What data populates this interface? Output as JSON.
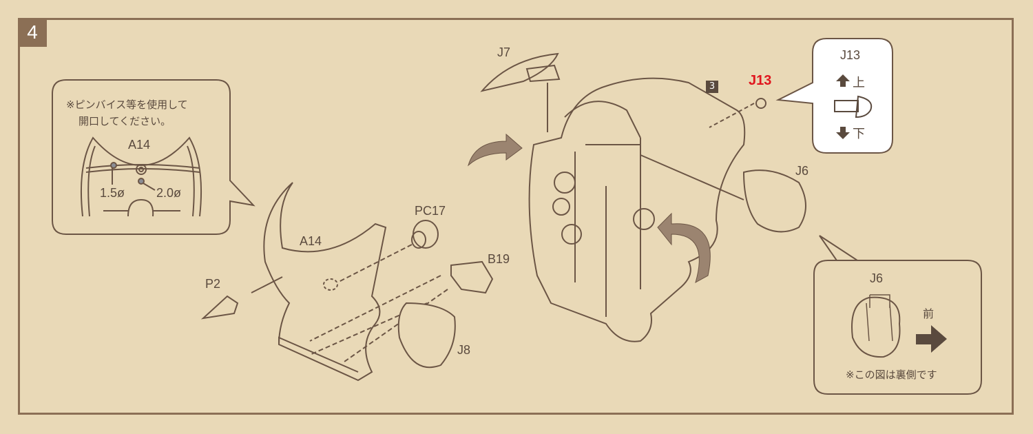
{
  "step_number": "4",
  "sub_step_ref": "3",
  "colors": {
    "background": "#e9d9b7",
    "frame": "#8b6f55",
    "line": "#6b5545",
    "highlight": "#e0161e"
  },
  "callout_drill": {
    "note_line1": "※ピンバイス等を使用して",
    "note_line2": "開口してください。",
    "part": "A14",
    "hole_small": "1.5ø",
    "hole_large": "2.0ø"
  },
  "callout_j13": {
    "part": "J13",
    "up": "上",
    "down": "下"
  },
  "callout_j6": {
    "part": "J6",
    "front": "前",
    "note": "※この図は裏側です"
  },
  "parts": {
    "j7": "J7",
    "j13": "J13",
    "j6": "J6",
    "pc17": "PC17",
    "a14": "A14",
    "b19": "B19",
    "p2": "P2",
    "j8": "J8"
  }
}
